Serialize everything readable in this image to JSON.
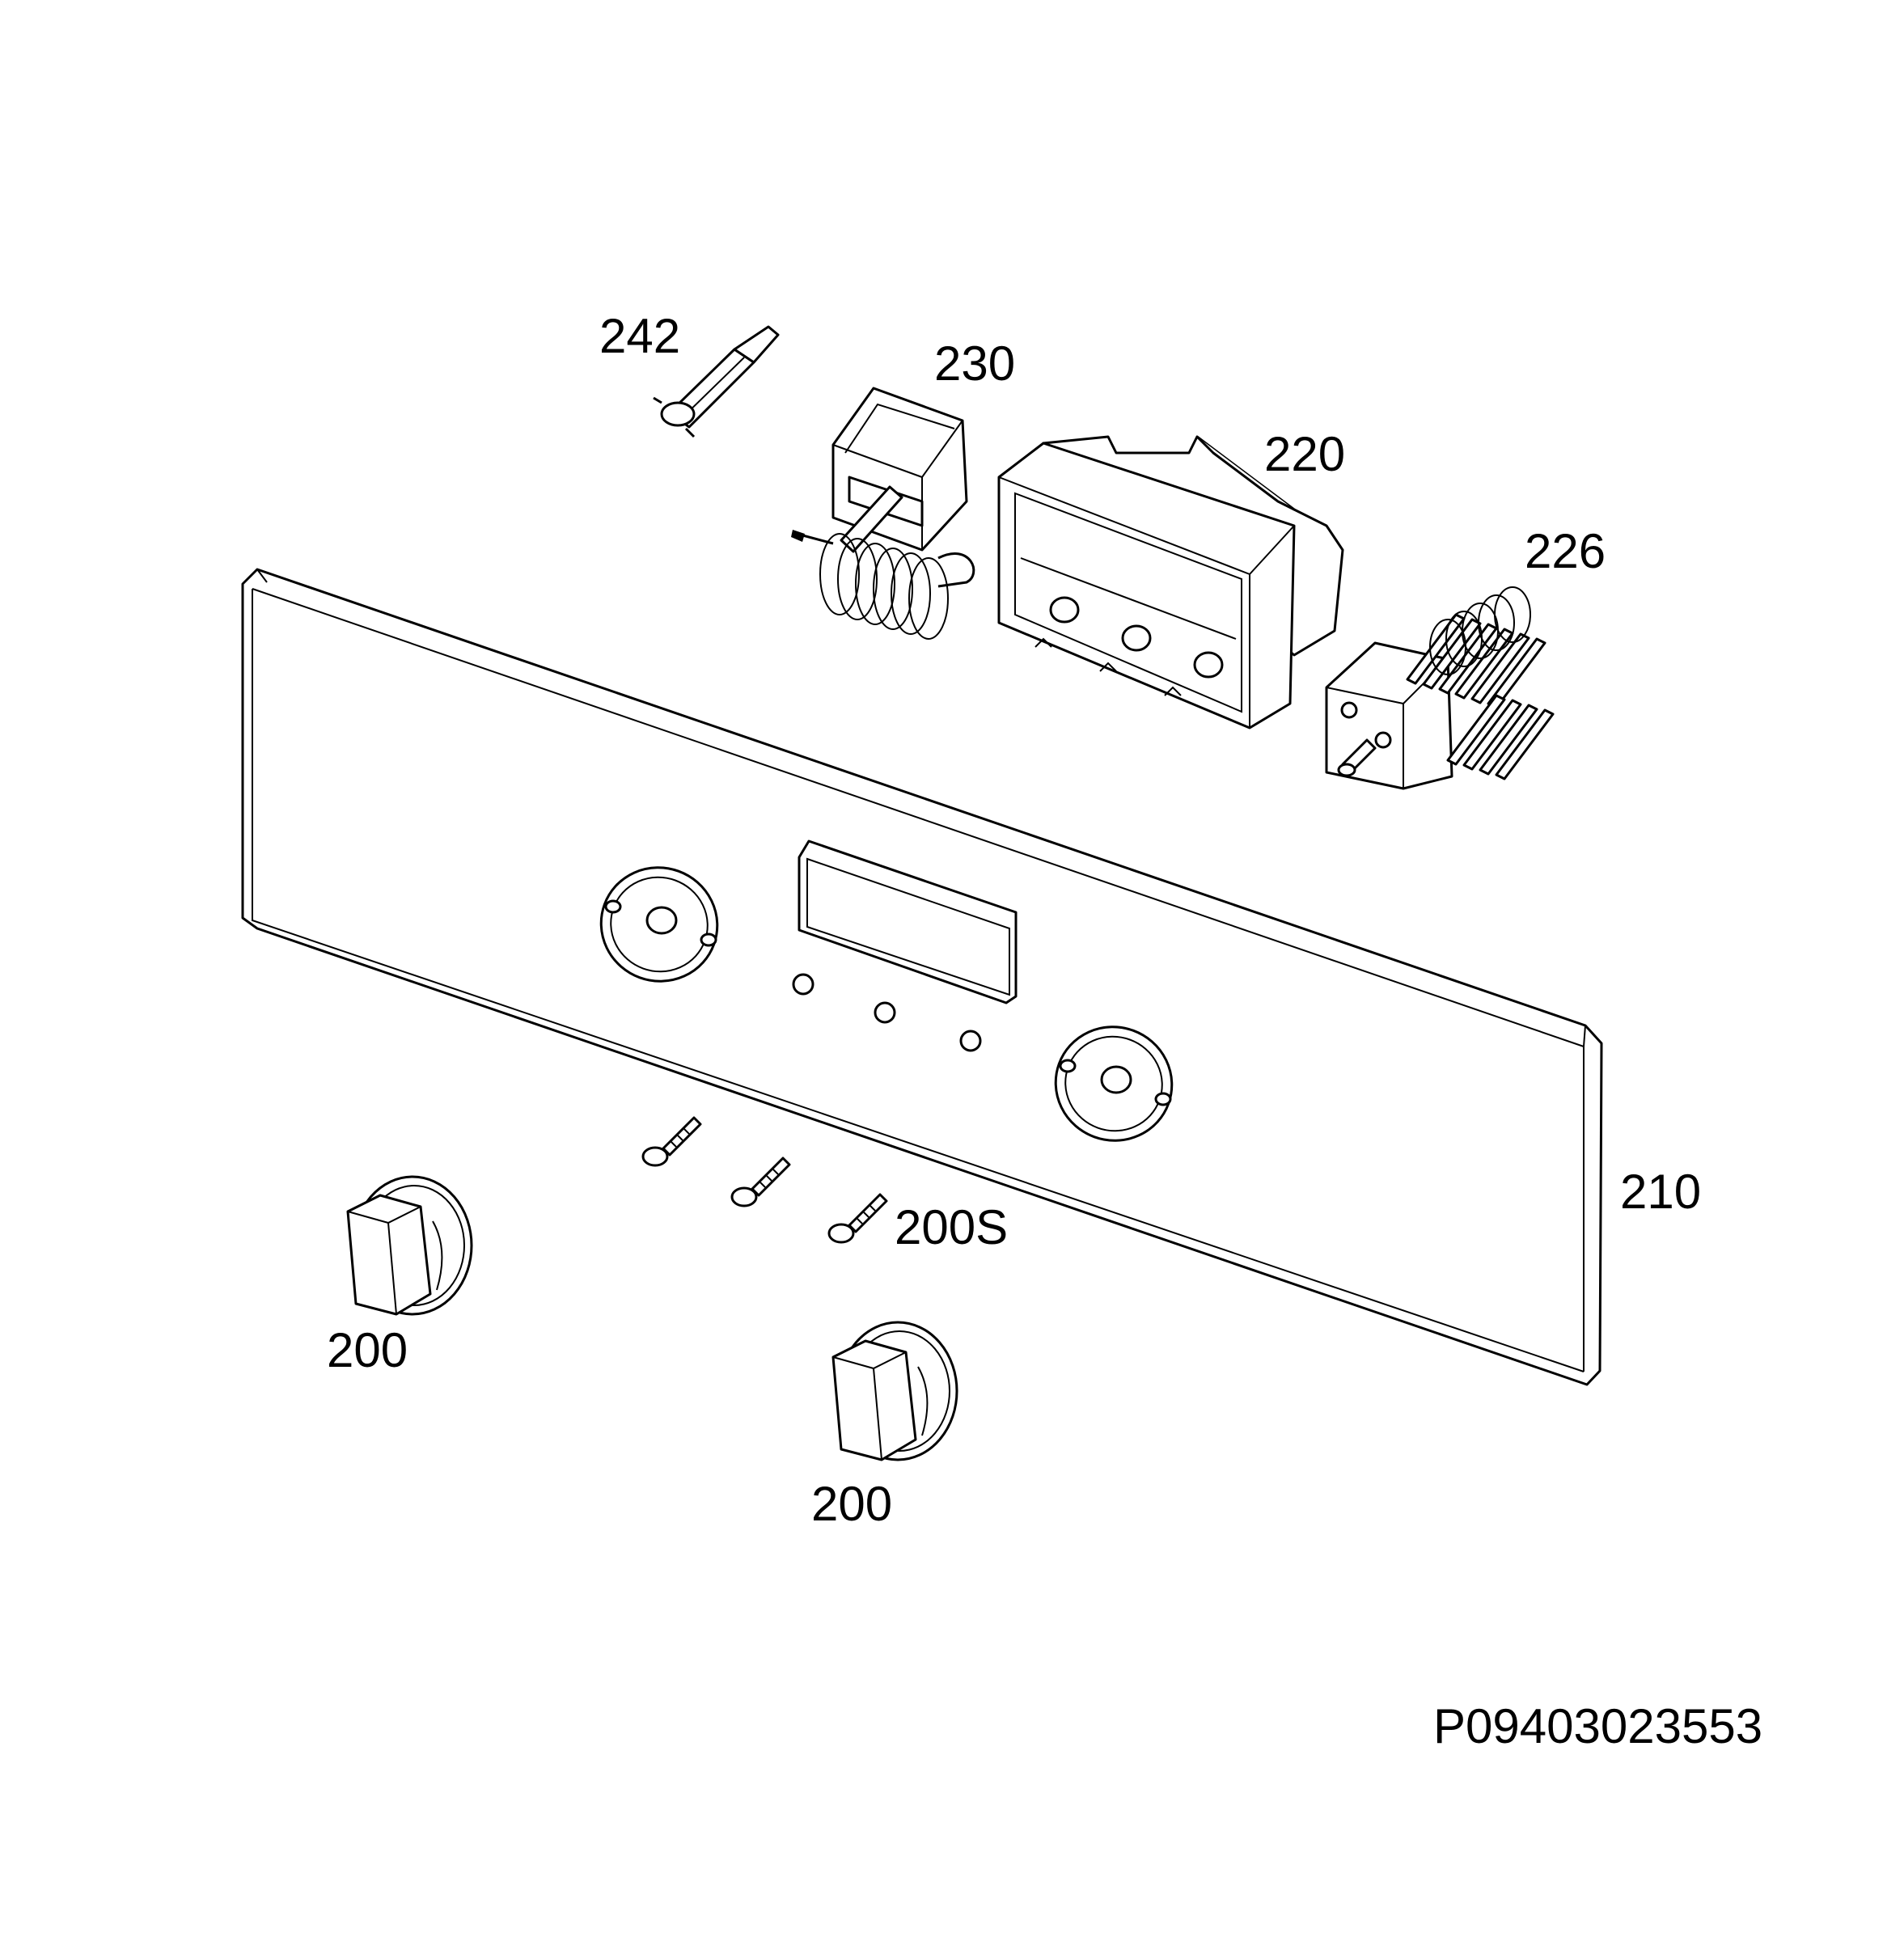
{
  "diagram": {
    "labels": {
      "part_242": "242",
      "part_230": "230",
      "part_220": "220",
      "part_226": "226",
      "part_210": "210",
      "part_200s": "200S",
      "part_200_left": "200",
      "part_200_center": "200"
    },
    "drawing_number": "P09403023553"
  }
}
